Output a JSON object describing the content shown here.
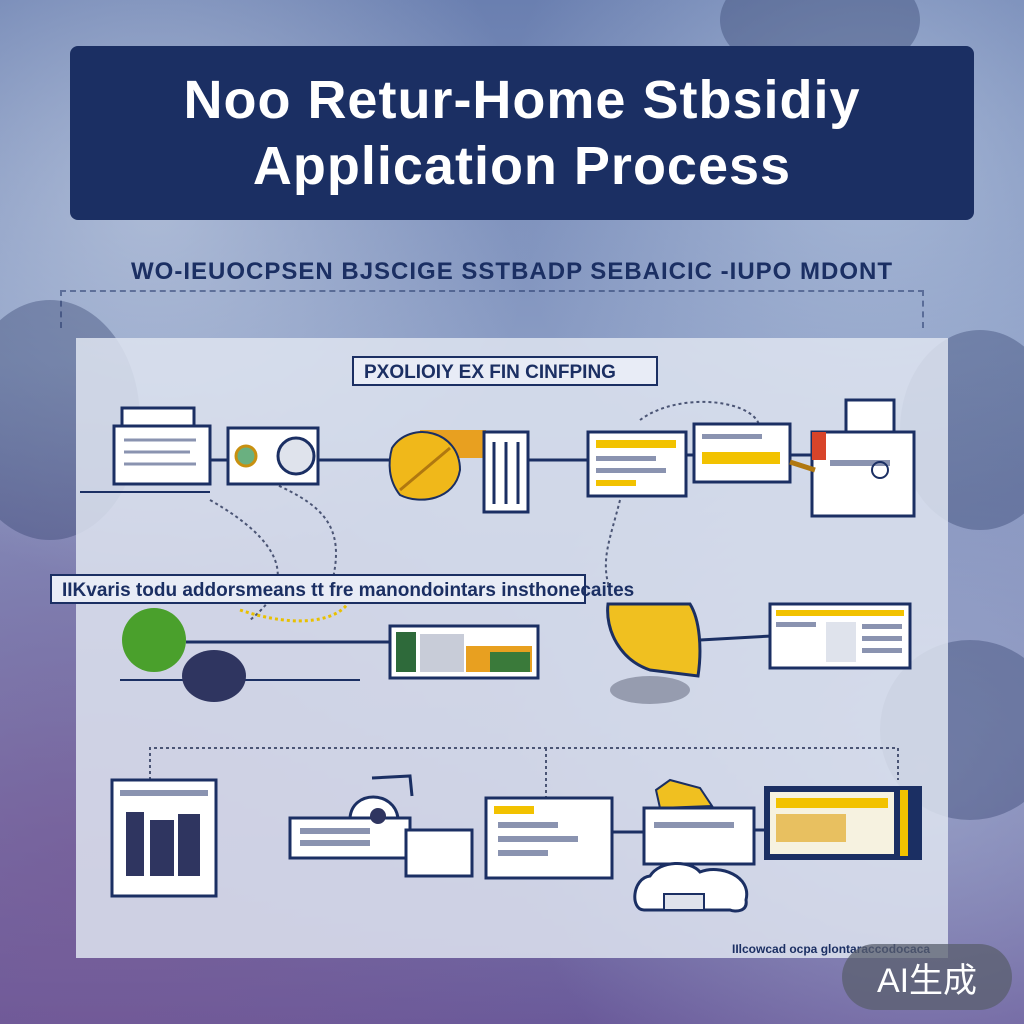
{
  "title": {
    "line1": "Noo Retur-Home Stbsidiy",
    "line2": "Application Process"
  },
  "subtitle": "WO-IEUOCPSEN BJSCIGE SSTBADP SEBAICIC -IUPO MDONT",
  "labels": {
    "top": "PXOLIOIY EX FIN CINFPING",
    "middle": "IIKvaris todu addorsmeans tt fre manondointars insthonecaites"
  },
  "footer_text": "IIlcowcad ocpa glontaraccodocaca",
  "badge": "AI生成",
  "colors": {
    "navy": "#1b2f63",
    "yellow": "#f2c200",
    "orange": "#e8a020",
    "green": "#4aa02c",
    "red": "#d8442a"
  },
  "icons": [
    "folder-document-icon",
    "leaf-icon",
    "document-list-icon",
    "printer-icon",
    "green-circle-icon",
    "building-image-icon",
    "monitor-icon",
    "truck-icon",
    "archive-icon",
    "cloud-icon"
  ]
}
